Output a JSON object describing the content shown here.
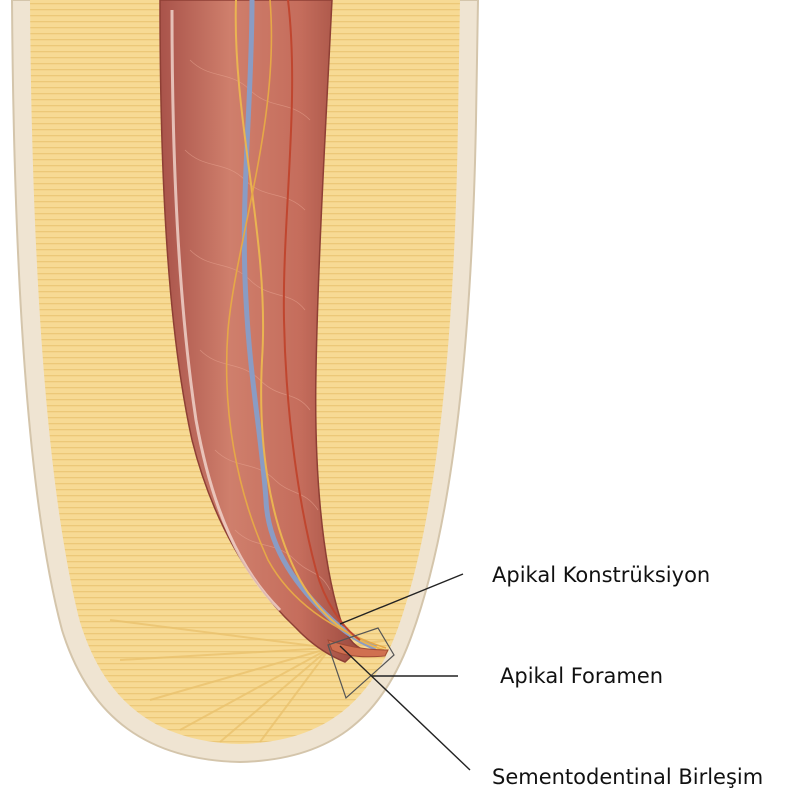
{
  "labels": {
    "apical_constriction": "Apikal Konstrüksiyon",
    "apical_foramen": "Apikal Foramen",
    "cementodentinal_junction": "Sementodentinal Birleşim"
  },
  "colors": {
    "dentin": "#f6d890",
    "dentin_stripe": "#e9c474",
    "cementum": "#f0e6d6",
    "cementum_edge": "#d6c8b0",
    "pulp": "#c46f5f",
    "pulp_dark": "#9e4a3e",
    "vein": "#8e9fc4",
    "nerve": "#e8b452",
    "artery": "#c8503a",
    "leader_line": "#222222"
  },
  "icons": [
    "tooth-root-illustration",
    "pulp-canal-illustration"
  ]
}
